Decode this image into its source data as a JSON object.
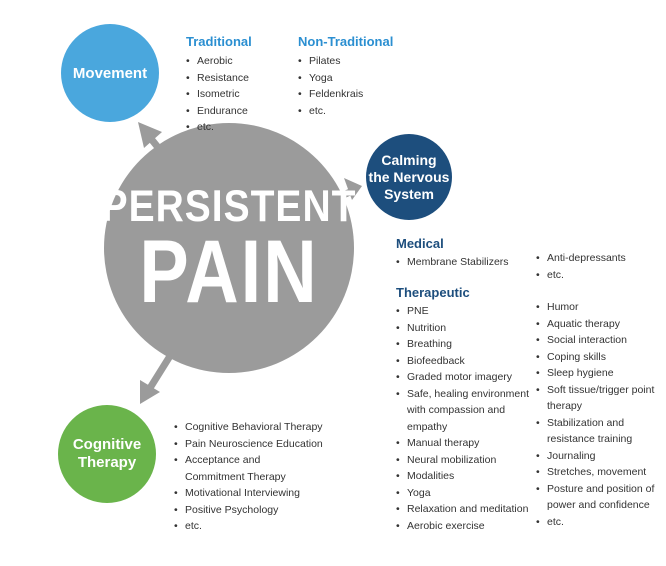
{
  "center": {
    "line1": "PERSISTENT",
    "line2": "PAIN"
  },
  "movement": {
    "title": "Movement",
    "traditional": {
      "heading": "Traditional",
      "items": [
        "Aerobic",
        "Resistance",
        "Isometric",
        "Endurance",
        "etc."
      ]
    },
    "non_traditional": {
      "heading": "Non-Traditional",
      "items": [
        "Pilates",
        "Yoga",
        "Feldenkrais",
        "etc."
      ]
    }
  },
  "calming": {
    "title_line1": "Calming",
    "title_line2": "the Nervous",
    "title_line3": "System",
    "medical": {
      "heading": "Medical",
      "items": [
        "Membrane Stabilizers"
      ],
      "items_right": [
        "Anti-depressants",
        "etc."
      ]
    },
    "therapeutic": {
      "heading": "Therapeutic",
      "left": [
        "PNE",
        "Nutrition",
        "Breathing",
        "Biofeedback",
        "Graded motor imagery",
        "Safe, healing environment",
        "with compassion and",
        "empathy",
        "Manual therapy",
        "Neural mobilization",
        "Modalities",
        "Yoga",
        "Relaxation and meditation",
        "Aerobic exercise"
      ],
      "right": [
        "Humor",
        "Aquatic therapy",
        "Social interaction",
        "Coping skills",
        "Sleep hygiene",
        "Soft tissue/trigger point",
        "therapy",
        "Stabilization and",
        "resistance training",
        "Journaling",
        "Stretches, movement",
        "Posture and position of",
        "power and confidence",
        "etc."
      ]
    }
  },
  "cognitive": {
    "title_line1": "Cognitive",
    "title_line2": "Therapy",
    "items": [
      "Cognitive Behavioral Therapy",
      "Pain Neuroscience Education",
      "Acceptance and",
      "Commitment Therapy",
      "Motivational Interviewing",
      "Positive Psychology",
      "etc."
    ]
  },
  "colors": {
    "center": "#9b9b9b",
    "movement": "#4aa7dd",
    "calming": "#1d4e7d",
    "cognitive": "#6ab44b",
    "heading_blue": "#2b8fd1"
  }
}
